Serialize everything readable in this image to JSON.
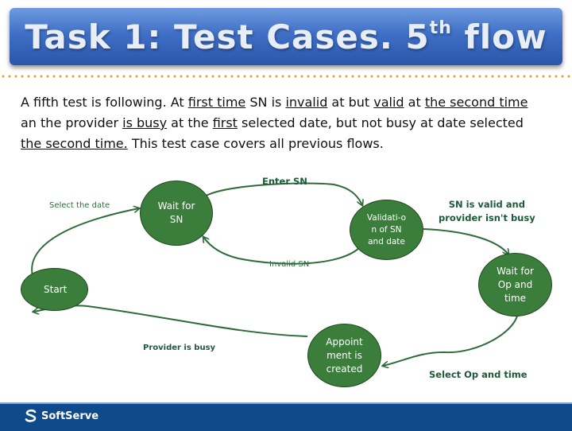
{
  "title": {
    "main": "Task 1: Test Cases. 5",
    "sup": "th",
    "tail": " flow"
  },
  "description": {
    "parts": [
      {
        "t": "A fifth test is following. At ",
        "u": false
      },
      {
        "t": "first time",
        "u": true
      },
      {
        "t": " SN is ",
        "u": false
      },
      {
        "t": "invalid",
        "u": true
      },
      {
        "t": " at but ",
        "u": false
      },
      {
        "t": "valid",
        "u": true
      },
      {
        "t": " at ",
        "u": false
      },
      {
        "t": "the second time",
        "u": true
      },
      {
        "t": " an the provider ",
        "u": false
      },
      {
        "t": "is busy",
        "u": true
      },
      {
        "t": " at the ",
        "u": false
      },
      {
        "t": "first",
        "u": true
      },
      {
        "t": " selected date, but not busy at date selected ",
        "u": false
      },
      {
        "t": "the second time.",
        "u": true
      },
      {
        "t": " This test case covers all previous flows.",
        "u": false
      }
    ]
  },
  "diagram": {
    "nodes": {
      "start": "Start",
      "wait_sn": "Wait for\nSN",
      "validation": "Validati-o\nn of SN\nand  date",
      "wait_op": "Wait for\nOp and\ntime",
      "appointment": "Appoint\nment is\ncreated"
    },
    "edges": {
      "select_date": "Select the date",
      "enter_sn": "Enter SN",
      "invalid_sn": "Invalid SN",
      "valid_not_busy": "SN is valid and\nprovider isn't busy",
      "select_op": "Select Op and time",
      "provider_busy": "Provider is busy"
    },
    "colors": {
      "node_fill": "#3b7d3b",
      "edge": "#2f6b3a"
    }
  },
  "footer": {
    "brand": "SoftServe",
    "color": "#114a8a"
  }
}
